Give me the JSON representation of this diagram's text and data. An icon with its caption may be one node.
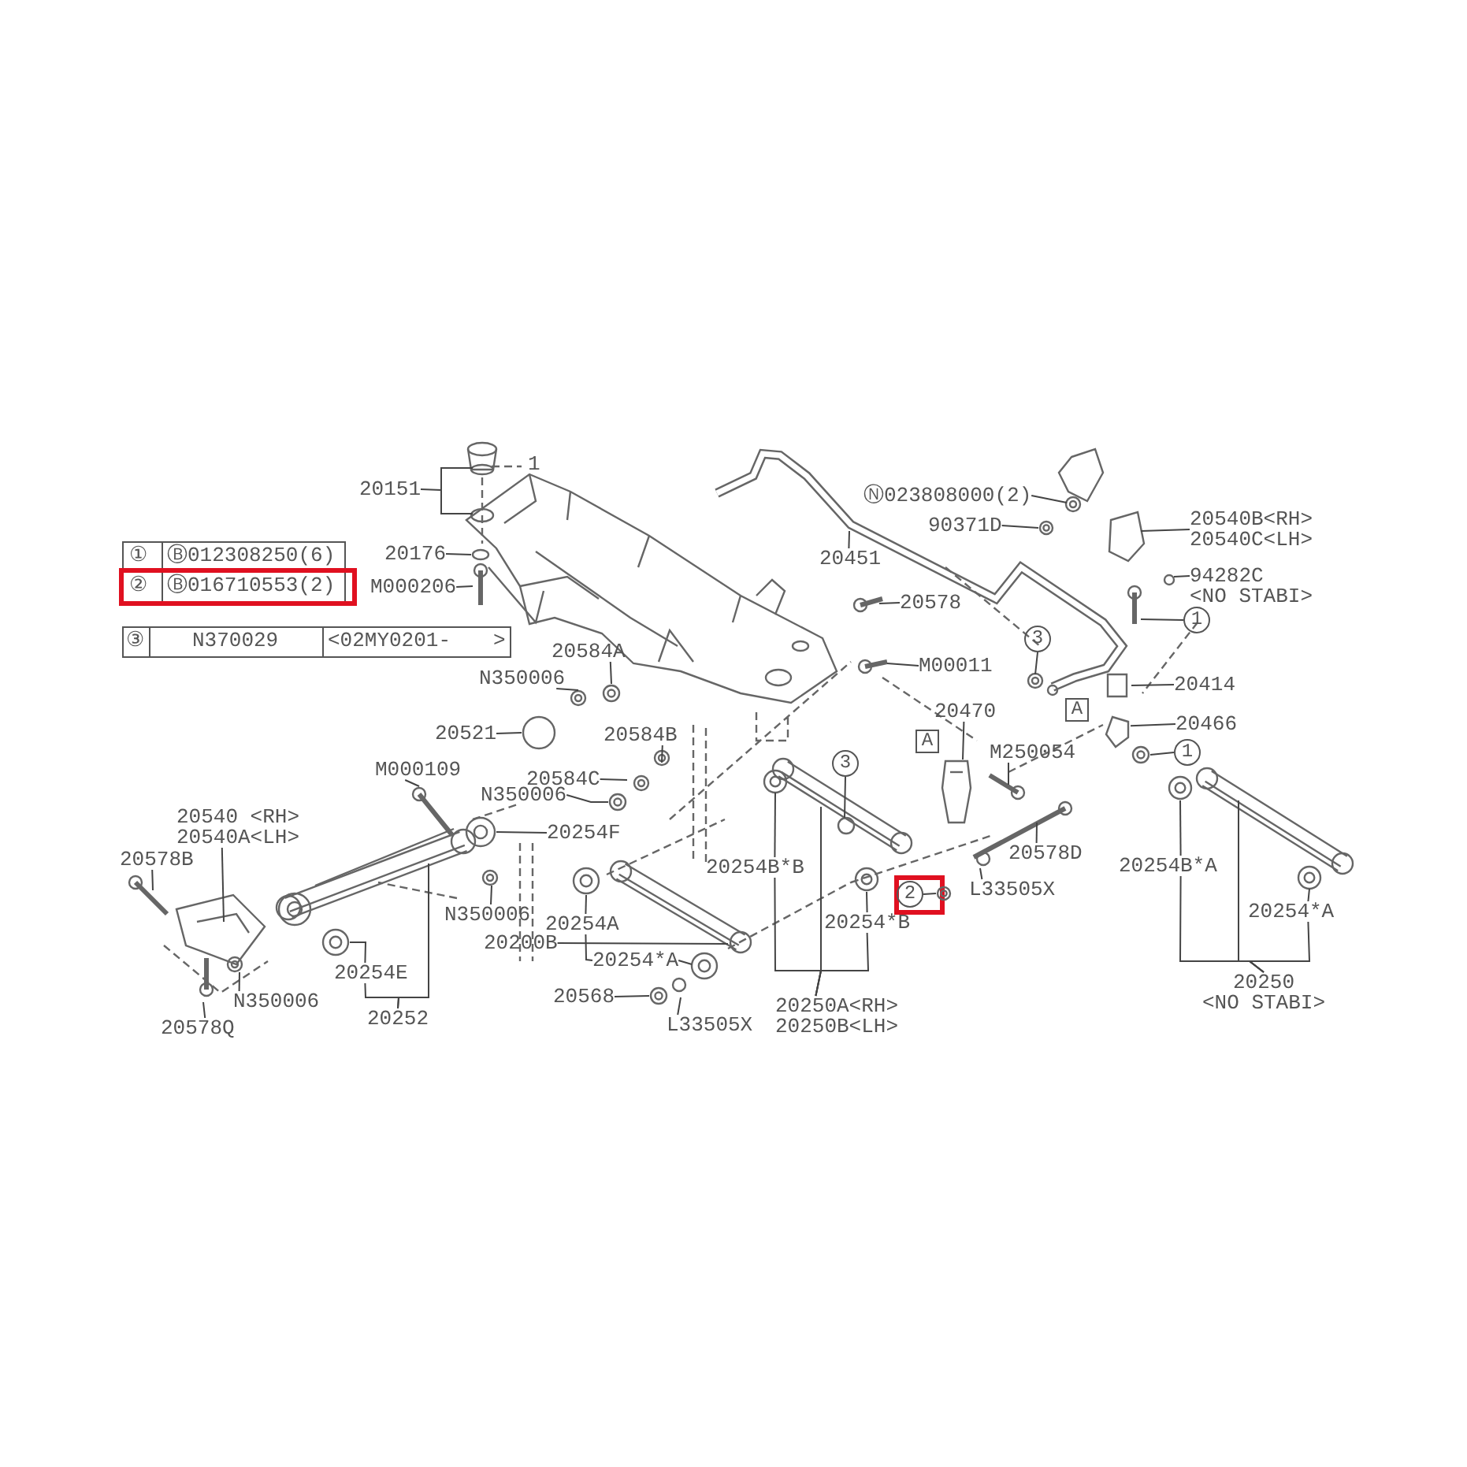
{
  "diagram": {
    "nodes": [
      {
        "text": [
          "20151"
        ]
      },
      {
        "text": [
          "20176"
        ]
      },
      {
        "text": [
          "M000206"
        ]
      },
      {
        "text": [
          "20584A"
        ]
      },
      {
        "text": [
          "N350006"
        ]
      },
      {
        "text": [
          "20521"
        ]
      },
      {
        "text": [
          "20584B"
        ]
      },
      {
        "text": [
          "20584C"
        ]
      },
      {
        "text": [
          "N350006"
        ]
      },
      {
        "text": [
          "20254F"
        ]
      },
      {
        "text": [
          "M000109"
        ]
      },
      {
        "text": [
          "20540 <RH>",
          "20540A<LH>"
        ]
      },
      {
        "text": [
          "20578B"
        ]
      },
      {
        "text": [
          "N350006"
        ]
      },
      {
        "text": [
          "20578Q"
        ]
      },
      {
        "text": [
          "20254E"
        ]
      },
      {
        "text": [
          "20252"
        ]
      },
      {
        "text": [
          "N350006"
        ]
      },
      {
        "text": [
          "20200B"
        ]
      },
      {
        "text": [
          "20254A"
        ]
      },
      {
        "text": [
          "20254*A"
        ]
      },
      {
        "text": [
          "20568"
        ]
      },
      {
        "text": [
          "L33505X"
        ]
      },
      {
        "text": [
          "20254B*B"
        ]
      },
      {
        "text": [
          "20254*B"
        ]
      },
      {
        "text": [
          "20250A<RH>",
          "20250B<LH>"
        ]
      },
      {
        "text": [
          "3"
        ]
      },
      {
        "text": [
          "2"
        ]
      },
      {
        "text": [
          "L33505X"
        ]
      },
      {
        "text": [
          "20578D"
        ]
      },
      {
        "text": [
          "M250054"
        ]
      },
      {
        "text": [
          "20470"
        ]
      },
      {
        "text": [
          "A"
        ]
      },
      {
        "text": [
          "20451"
        ]
      },
      {
        "text": [
          "Ⓝ023808000(2)"
        ]
      },
      {
        "text": [
          "90371D"
        ]
      },
      {
        "text": [
          "20578"
        ]
      },
      {
        "text": [
          "M00011"
        ]
      },
      {
        "text": [
          "20540B<RH>",
          "20540C<LH>"
        ]
      },
      {
        "text": [
          "94282C",
          "<NO STABI>"
        ]
      },
      {
        "text": [
          "1"
        ]
      },
      {
        "text": [
          "3"
        ]
      },
      {
        "text": [
          "A"
        ]
      },
      {
        "text": [
          "20414"
        ]
      },
      {
        "text": [
          "20466"
        ]
      },
      {
        "text": [
          "1"
        ]
      },
      {
        "text": [
          "20254B*A"
        ]
      },
      {
        "text": [
          "20254*A"
        ]
      },
      {
        "text": [
          "20250",
          "<NO STABI>"
        ]
      },
      {
        "text": [],
        "shape": "circle"
      },
      {
        "text": [],
        "shape": "circle"
      },
      {
        "text": [],
        "shape": "circle"
      },
      {
        "text": [],
        "shape": "circle"
      },
      {
        "text": [],
        "shape": "circle"
      },
      {
        "text": [],
        "shape": "circle"
      },
      {
        "text": [],
        "shape": "bar"
      },
      {
        "text": [],
        "shape": "circle"
      },
      {
        "text": [],
        "shape": "box"
      },
      {
        "text": [],
        "shape": "circle"
      },
      {
        "text": [],
        "shape": "circle"
      },
      {
        "text": [],
        "shape": "circle"
      },
      {
        "text": [],
        "shape": "circle"
      }
    ],
    "edges": [
      {
        "from": 0,
        "to": null,
        "arrow": "none"
      },
      {
        "from": 1,
        "to": null,
        "arrow": "none"
      },
      {
        "from": 2,
        "to": null,
        "arrow": "none"
      },
      {
        "from": 3,
        "to": 49,
        "arrow": "none"
      },
      {
        "from": 4,
        "to": null,
        "arrow": "none"
      },
      {
        "from": 5,
        "to": 60,
        "arrow": "none"
      },
      {
        "from": 6,
        "to": null,
        "arrow": "none"
      },
      {
        "from": 7,
        "to": null,
        "arrow": "none"
      },
      {
        "from": 8,
        "to": 50,
        "arrow": "none"
      },
      {
        "from": 9,
        "to": 51,
        "arrow": "none"
      },
      {
        "from": 10,
        "to": null,
        "arrow": "none"
      },
      {
        "from": 11,
        "to": null,
        "arrow": "none"
      },
      {
        "from": 12,
        "to": null,
        "arrow": "none"
      },
      {
        "from": 13,
        "to": null,
        "arrow": "none"
      },
      {
        "from": 14,
        "to": null,
        "arrow": "none"
      },
      {
        "from": 15,
        "to": 52,
        "arrow": "none"
      },
      {
        "from": 16,
        "to": null,
        "arrow": "none"
      },
      {
        "from": 16,
        "to": 15,
        "arrow": "none"
      },
      {
        "from": 17,
        "to": null,
        "arrow": "none"
      },
      {
        "from": 18,
        "to": null,
        "arrow": "none"
      },
      {
        "from": 19,
        "to": null,
        "arrow": "none"
      },
      {
        "from": 19,
        "to": 20,
        "arrow": "none"
      },
      {
        "from": 20,
        "to": null,
        "arrow": "none"
      },
      {
        "from": 21,
        "to": 53,
        "arrow": "none"
      },
      {
        "from": 22,
        "to": null,
        "arrow": "none"
      },
      {
        "from": 23,
        "to": null,
        "arrow": "none"
      },
      {
        "from": 24,
        "to": 54,
        "arrow": "none"
      },
      {
        "from": 25,
        "to": null,
        "arrow": "none"
      },
      {
        "from": 25,
        "to": 23,
        "arrow": "none"
      },
      {
        "from": 25,
        "to": 24,
        "arrow": "none"
      },
      {
        "from": 26,
        "to": null,
        "arrow": "none"
      },
      {
        "from": 27,
        "to": 61,
        "arrow": "none"
      },
      {
        "from": 28,
        "to": null,
        "arrow": "none"
      },
      {
        "from": 29,
        "to": null,
        "arrow": "none"
      },
      {
        "from": 30,
        "to": null,
        "arrow": "none"
      },
      {
        "from": 31,
        "to": 55,
        "arrow": "none"
      },
      {
        "from": 33,
        "to": null,
        "arrow": "none"
      },
      {
        "from": 34,
        "to": null,
        "arrow": "none"
      },
      {
        "from": 35,
        "to": 56,
        "arrow": "none"
      },
      {
        "from": 36,
        "to": null,
        "arrow": "none"
      },
      {
        "from": 37,
        "to": null,
        "arrow": "none"
      },
      {
        "from": 38,
        "to": null,
        "arrow": "none"
      },
      {
        "from": 39,
        "to": null,
        "arrow": "none"
      },
      {
        "from": 40,
        "to": null,
        "arrow": "none"
      },
      {
        "from": 41,
        "to": null,
        "arrow": "none"
      },
      {
        "from": 43,
        "to": null,
        "arrow": "none"
      },
      {
        "from": 44,
        "to": 57,
        "arrow": "none"
      },
      {
        "from": 45,
        "to": 58,
        "arrow": "none"
      },
      {
        "from": 46,
        "to": 59,
        "arrow": "none"
      },
      {
        "from": 47,
        "to": null,
        "arrow": "none"
      },
      {
        "from": 48,
        "to": null,
        "arrow": "none"
      },
      {
        "from": 48,
        "to": 46,
        "arrow": "none"
      },
      {
        "from": 48,
        "to": 47,
        "arrow": "none"
      }
    ],
    "labels": [
      "1",
      "①",
      "Ⓑ012308250(6)",
      "②",
      "Ⓑ016710553(2)",
      "③",
      "N370029",
      "<02MY0201-",
      ">"
    ]
  }
}
